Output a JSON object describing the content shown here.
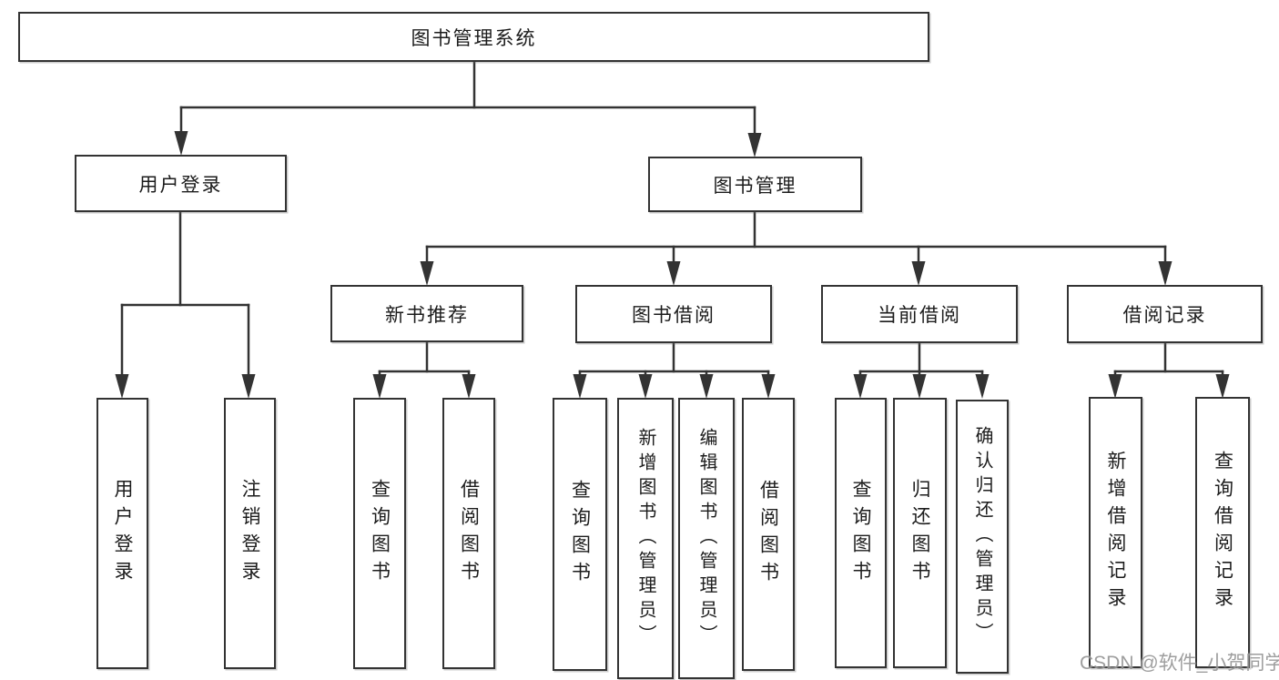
{
  "tree": {
    "root": "图书管理系统",
    "branches": [
      {
        "label": "用户登录",
        "children": [
          "用户登录",
          "注销登录"
        ]
      },
      {
        "label": "图书管理",
        "groups": [
          {
            "label": "新书推荐",
            "children": [
              "查询图书",
              "借阅图书"
            ]
          },
          {
            "label": "图书借阅",
            "children": [
              "查询图书",
              "新增图书（管理员）",
              "编辑图书（管理员）",
              "借阅图书"
            ]
          },
          {
            "label": "当前借阅",
            "children": [
              "查询图书",
              "归还图书",
              "确认归还（管理员）"
            ]
          },
          {
            "label": "借阅记录",
            "children": [
              "新增借阅记录",
              "查询借阅记录"
            ]
          }
        ]
      }
    ]
  },
  "watermark": {
    "text": "CSDN @软件_小贺同学"
  },
  "colors": {
    "line": "#333333",
    "text": "#1c1c1c",
    "watermark": "#919191",
    "background": "#ffffff"
  }
}
